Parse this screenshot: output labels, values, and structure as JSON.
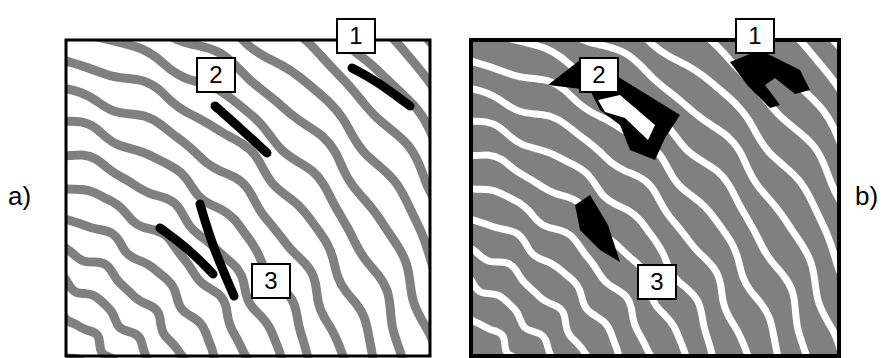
{
  "diagram": {
    "nodes": [
      {
        "text": [
          "1"
        ]
      },
      {
        "text": [
          "2"
        ]
      },
      {
        "text": [
          "3"
        ]
      },
      {
        "text": [
          "1"
        ]
      },
      {
        "text": [
          "2"
        ]
      },
      {
        "text": [
          "3"
        ]
      }
    ],
    "labels": [
      "a)",
      "b)"
    ]
  }
}
